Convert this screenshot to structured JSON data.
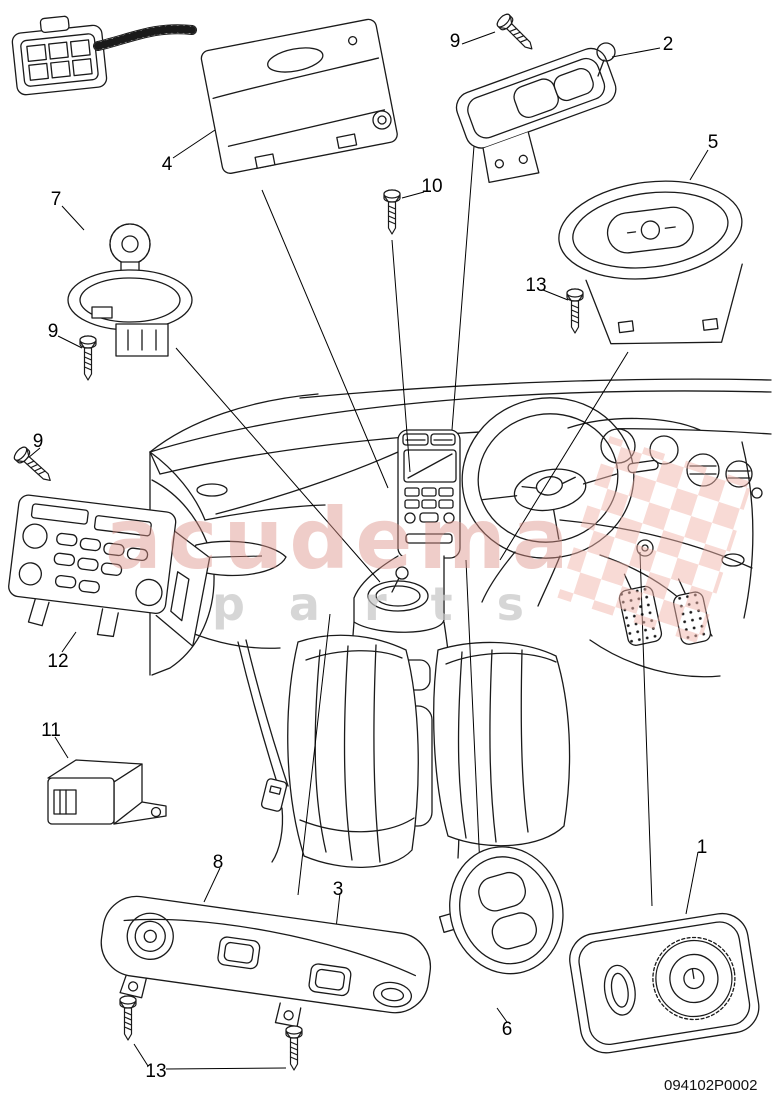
{
  "diagram": {
    "code": "094102P0002",
    "watermark": {
      "brand": "acudema",
      "subtitle": "parts"
    },
    "colors": {
      "line": "#1a1a1a",
      "watermark_brand": "#dd9288",
      "watermark_subtitle": "#c6c6c6",
      "checker": "#f0b4aa",
      "background": "#ffffff"
    }
  },
  "callouts": [
    {
      "text": "9"
    },
    {
      "text": "2"
    },
    {
      "text": "4"
    },
    {
      "text": "10"
    },
    {
      "text": "5"
    },
    {
      "text": "7"
    },
    {
      "text": "13"
    },
    {
      "text": "9"
    },
    {
      "text": "9"
    },
    {
      "text": "12"
    },
    {
      "text": "11"
    },
    {
      "text": "8"
    },
    {
      "text": "3"
    },
    {
      "text": "1"
    },
    {
      "text": "6"
    },
    {
      "text": "13"
    }
  ]
}
